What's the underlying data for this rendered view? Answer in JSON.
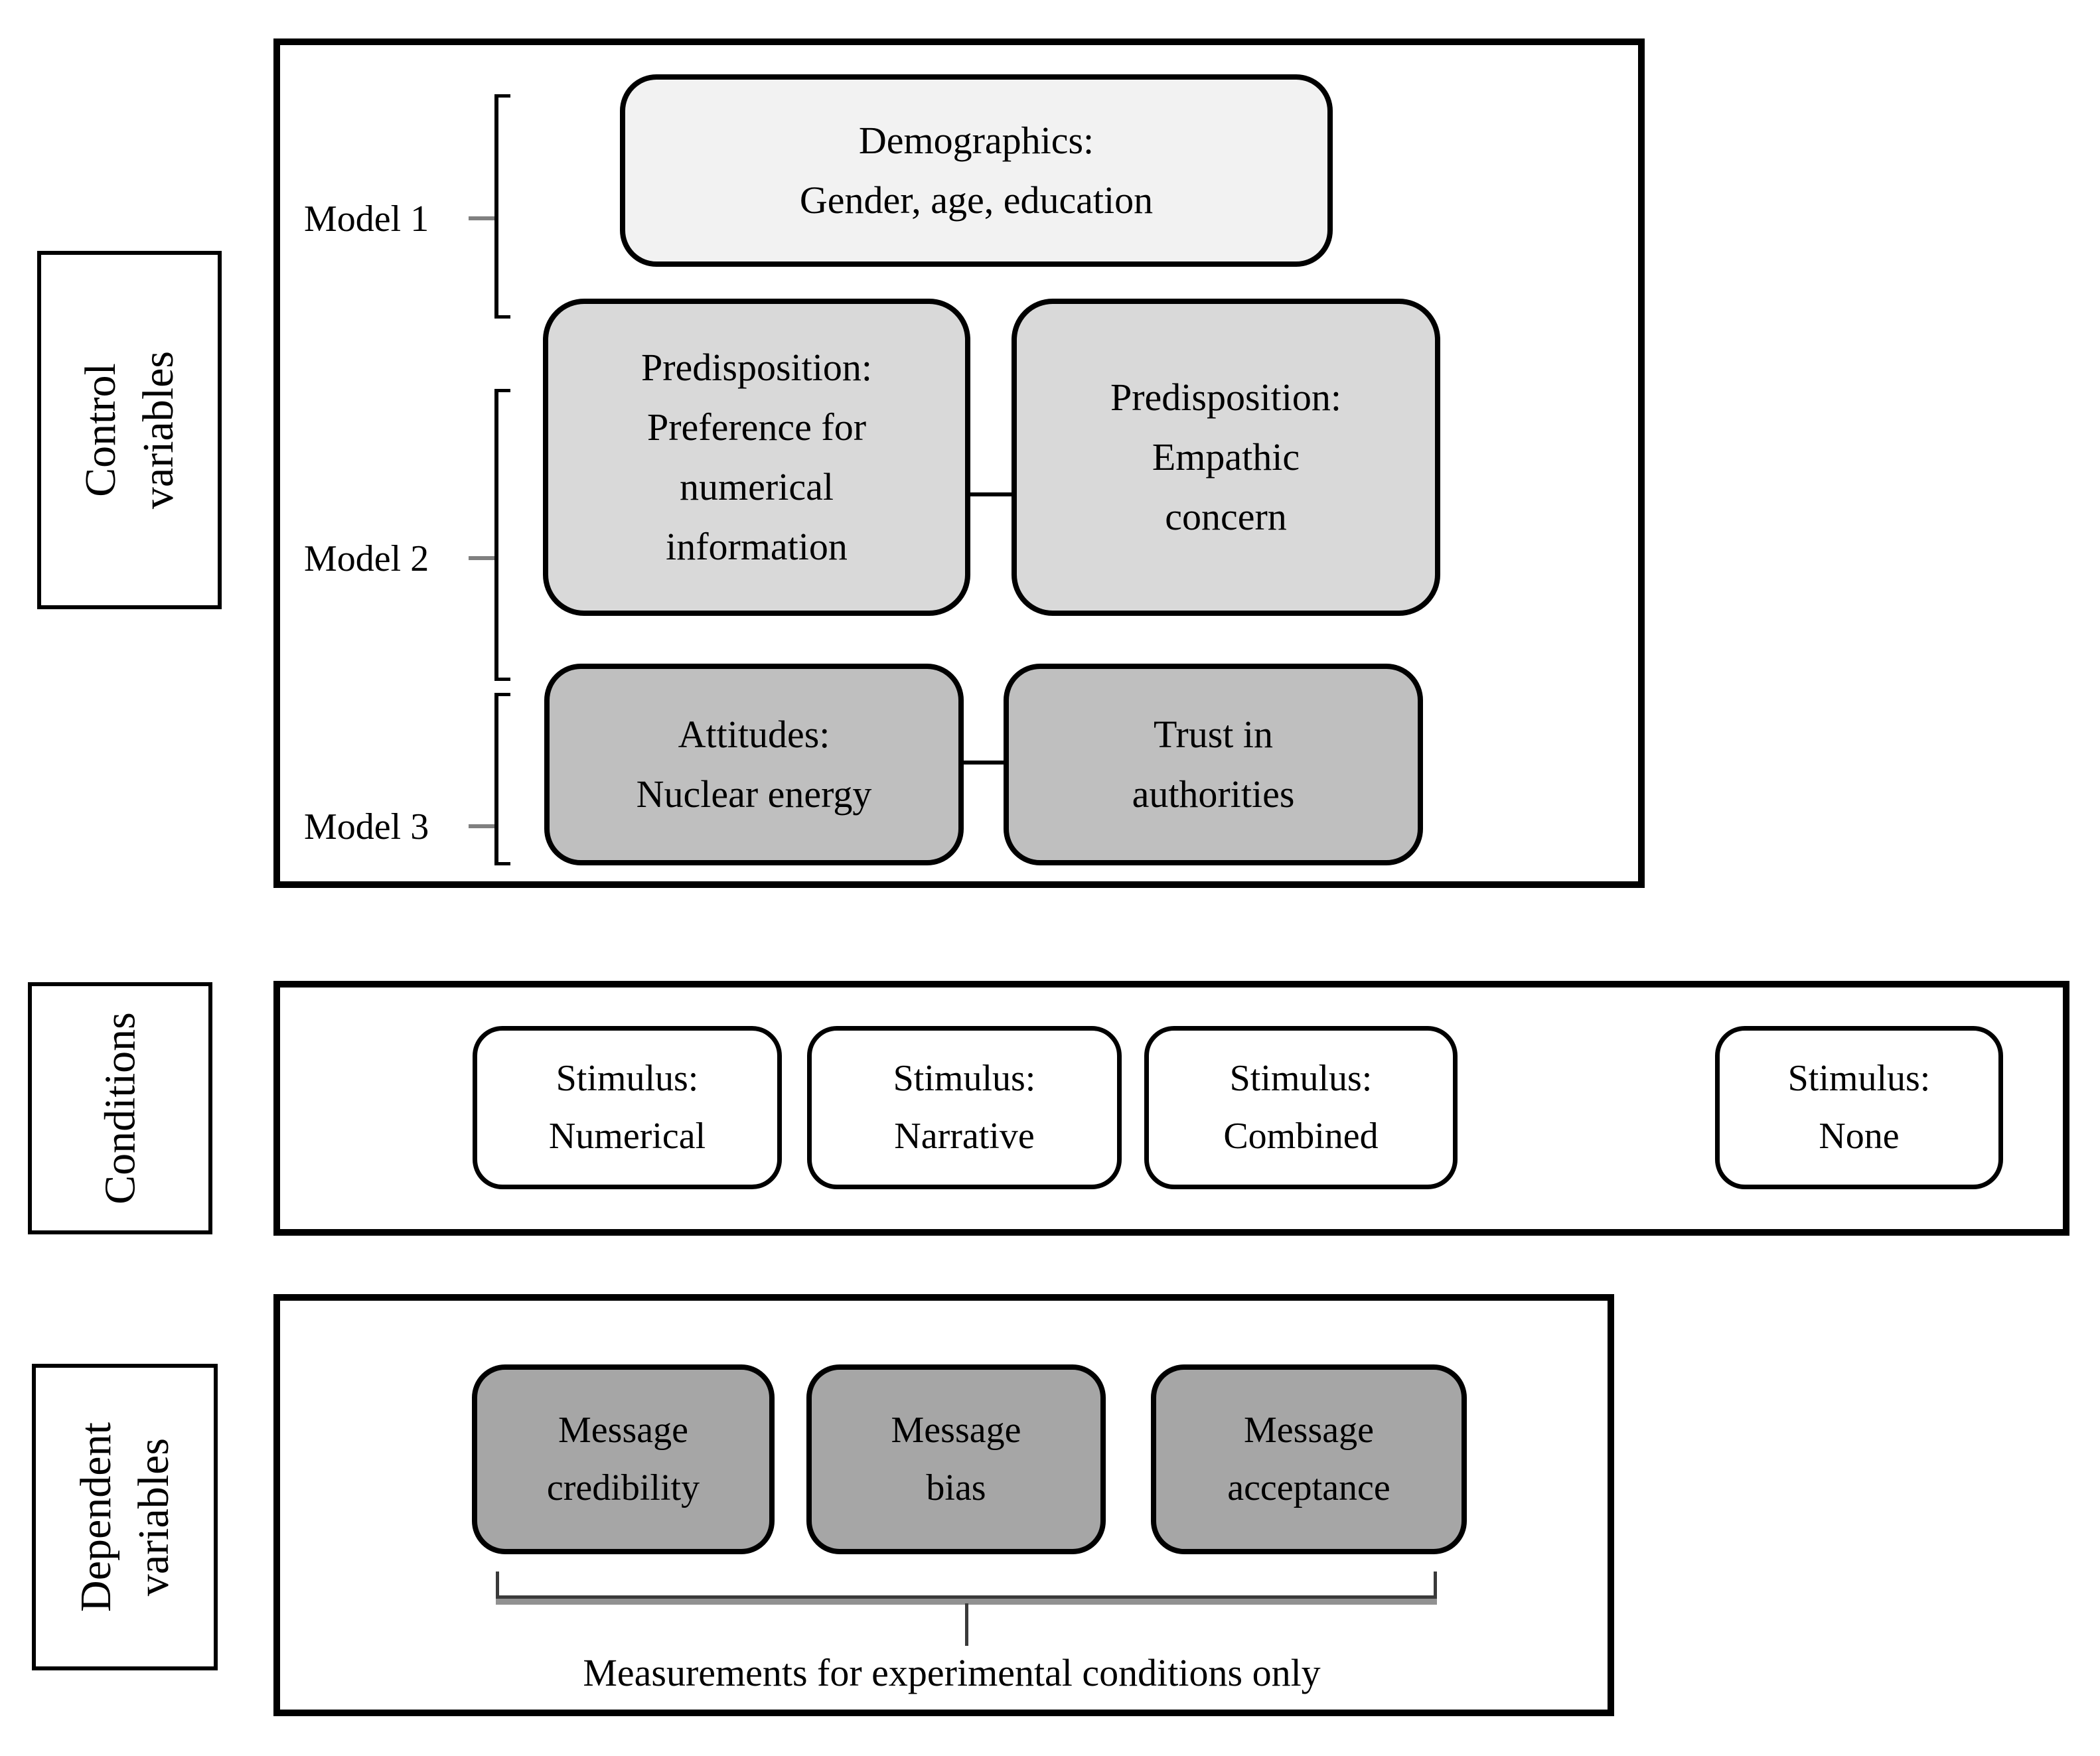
{
  "figure": {
    "control": {
      "side_label_lines": [
        "Control",
        "variables"
      ],
      "model_labels": [
        "Model 1",
        "Model 2",
        "Model 3"
      ],
      "demographics_lines": [
        "Demographics:",
        "Gender, age, education"
      ],
      "pref_numeric_lines": [
        "Predisposition:",
        "Preference for",
        "numerical",
        "information"
      ],
      "empathic_lines": [
        "Predisposition:",
        "Empathic",
        "concern"
      ],
      "attitudes_lines": [
        "Attitudes:",
        "Nuclear energy"
      ],
      "trust_lines": [
        "Trust in",
        "authorities"
      ]
    },
    "conditions": {
      "side_label_lines": [
        "Conditions"
      ],
      "stimulus_boxes": [
        {
          "lines": [
            "Stimulus:",
            "Numerical"
          ]
        },
        {
          "lines": [
            "Stimulus:",
            "Narrative"
          ]
        },
        {
          "lines": [
            "Stimulus:",
            "Combined"
          ]
        },
        {
          "lines": [
            "Stimulus:",
            "None"
          ]
        }
      ]
    },
    "dependent": {
      "side_label_lines": [
        "Dependent",
        "variables"
      ],
      "measure_boxes": [
        {
          "lines": [
            "Message",
            "credibility"
          ]
        },
        {
          "lines": [
            "Message",
            "bias"
          ]
        },
        {
          "lines": [
            "Message",
            "acceptance"
          ]
        }
      ],
      "brace_note": "Measurements for experimental conditions only"
    },
    "colors": {
      "demographics_fill": "#f2f2f2",
      "predisposition_fill": "#d9d9d9",
      "attitudes_trust_fill": "#bfbfbf",
      "stimulus_fill": "#ffffff",
      "message_fill": "#a6a6a6",
      "border": "#000000",
      "brace": "#808080"
    }
  }
}
